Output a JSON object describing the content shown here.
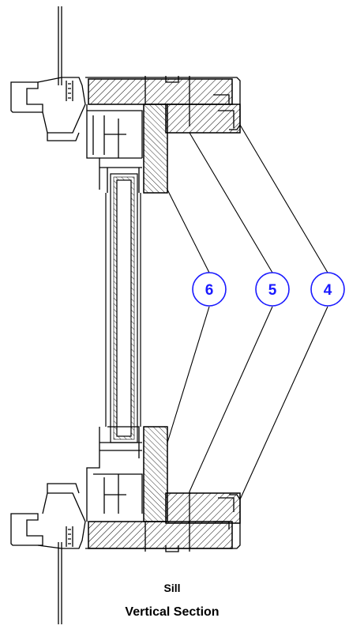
{
  "callouts": [
    {
      "id": "6",
      "label": "6"
    },
    {
      "id": "5",
      "label": "5"
    },
    {
      "id": "4",
      "label": "4"
    }
  ],
  "labels": {
    "sill": "Sill",
    "section_title": "Vertical Section"
  },
  "colors": {
    "line": "#000000",
    "callout_stroke": "#1a1aff",
    "callout_text": "#1a1aff",
    "background": "#ffffff"
  }
}
